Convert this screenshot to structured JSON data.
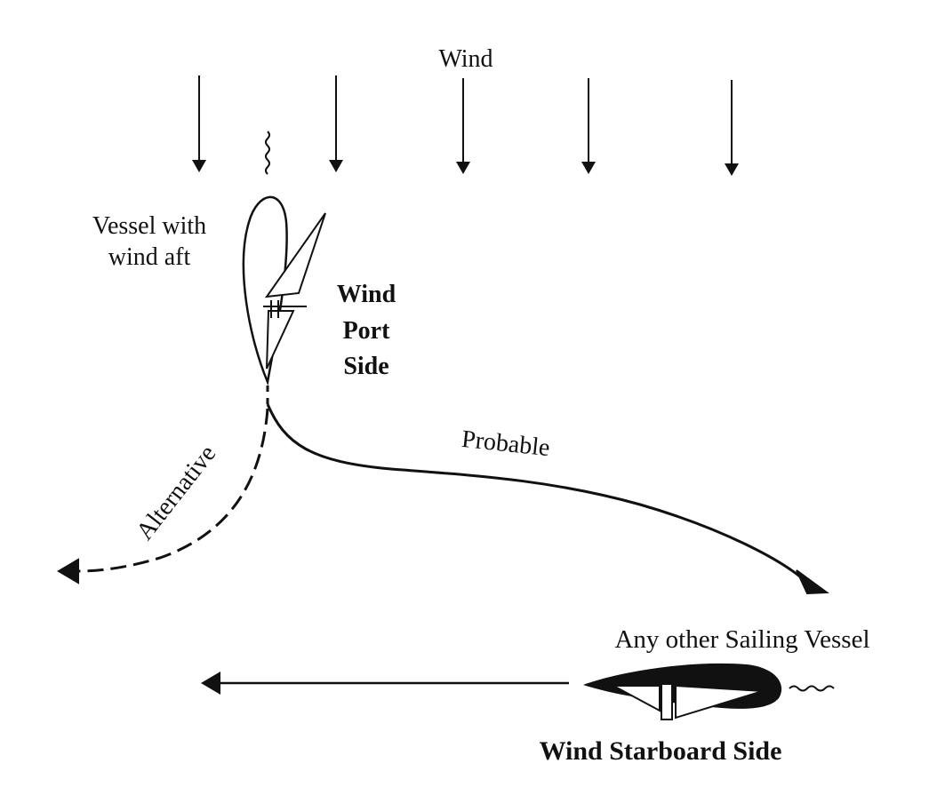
{
  "labels": {
    "wind": "Wind",
    "vessel_wind_aft_line1": "Vessel with",
    "vessel_wind_aft_line2": "wind aft",
    "wind_port_side_line1": "Wind",
    "wind_port_side_line2": "Port",
    "wind_port_side_line3": "Side",
    "probable": "Probable",
    "alternative": "Alternative",
    "any_other_sailing_vessel": "Any other Sailing Vessel",
    "wind_starboard_side": "Wind Starboard Side"
  },
  "colors": {
    "ink": "#111111",
    "background": "#ffffff"
  }
}
